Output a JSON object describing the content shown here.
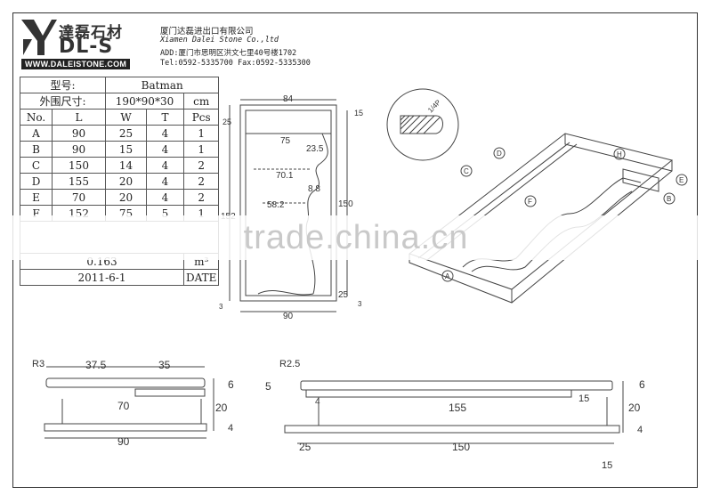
{
  "company": {
    "logo_cn": "達磊石材",
    "logo_en": "DL-S",
    "url": "WWW.DALEISTONE.COM",
    "name_cn": "厦门达磊进出口有限公司",
    "name_en": "Xiamen Dalei Stone Co.,ltd",
    "address": "ADD:厦门市思明区洪文七里40号楼1702",
    "tel_fax": "Tel:0592-5335700 Fax:0592-5335300"
  },
  "spec": {
    "model_label": "型号:",
    "model_value": "Batman",
    "size_label": "外围尺寸:",
    "size_value": "190*90*30",
    "size_unit": "cm",
    "headers": [
      "No.",
      "L",
      "W",
      "T",
      "Pcs"
    ],
    "rows": [
      [
        "A",
        "90",
        "25",
        "4",
        "1"
      ],
      [
        "B",
        "90",
        "15",
        "4",
        "1"
      ],
      [
        "C",
        "150",
        "14",
        "4",
        "2"
      ],
      [
        "D",
        "155",
        "20",
        "4",
        "2"
      ],
      [
        "E",
        "70",
        "20",
        "4",
        "2"
      ],
      [
        "F",
        "152",
        "75",
        "5",
        "1"
      ]
    ],
    "volume_value": "0.163",
    "volume_unit": "m³",
    "date_value": "2011-6-1",
    "date_label": "DATE"
  },
  "watermark": "trade.china.cn",
  "dims": {
    "plan_top": "84",
    "plan_left_top": "25",
    "plan_right_top": "15",
    "plan_inner": "75",
    "plan_curve1": "23.5",
    "plan_curve2": "70.1",
    "plan_curve3": "8.8",
    "plan_curve4": "58.2",
    "plan_right": "150",
    "plan_left": "152",
    "plan_bottom_right": "25",
    "plan_bottom_left": "3",
    "plan_bottom_right2": "3",
    "plan_bottom": "90",
    "detail_label": "1/4P",
    "iso_a": "A",
    "iso_b": "B",
    "iso_c": "C",
    "iso_d": "D",
    "iso_e": "E",
    "iso_f": "F",
    "iso_h": "H",
    "left_r": "R3",
    "left_a": "37.5",
    "left_b": "35",
    "left_t": "6",
    "left_mid": "70",
    "left_h": "20",
    "left_bot": "4",
    "left_total": "90",
    "right_r": "R2.5",
    "right_l": "5",
    "right_t": "6",
    "right_a": "4",
    "right_mid": "155",
    "right_c": "15",
    "right_h": "20",
    "right_bot": "4",
    "right_25": "25",
    "right_150": "150",
    "right_15": "15"
  }
}
